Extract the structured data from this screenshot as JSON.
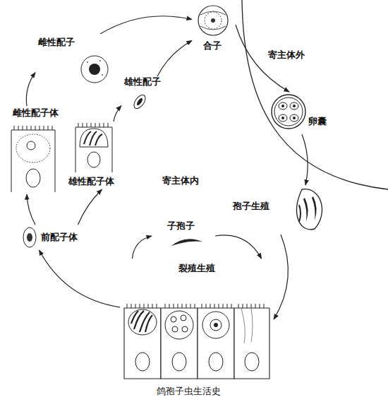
{
  "diagram": {
    "caption": "鸽孢子虫生活史",
    "nodes": [
      {
        "text": [
          "合子"
        ]
      },
      {
        "text": [
          "卵囊"
        ]
      },
      {
        "text": [
          "孢子生殖"
        ]
      },
      {
        "text": [
          "裂殖生殖"
        ]
      },
      {
        "text": [
          "子孢子"
        ]
      },
      {
        "text": [
          "前配子体"
        ]
      },
      {
        "text": [
          "雌性配子体"
        ]
      },
      {
        "text": [
          "雄性配子体"
        ]
      },
      {
        "text": [
          "雌性配子"
        ]
      },
      {
        "text": [
          "雄性配子"
        ]
      }
    ],
    "edges": [
      {
        "from": 8,
        "to": 0,
        "arrow": "to"
      },
      {
        "from": 9,
        "to": 0,
        "arrow": "to"
      },
      {
        "from": 0,
        "to": 1,
        "arrow": "to"
      },
      {
        "from": 1,
        "to": 2,
        "arrow": "to"
      },
      {
        "from": 2,
        "to": 3,
        "arrow": "to"
      },
      {
        "from": 3,
        "to": 4,
        "arrow": "to"
      },
      {
        "from": 4,
        "to": 3,
        "arrow": "to"
      },
      {
        "from": 3,
        "to": 5,
        "arrow": "to"
      },
      {
        "from": 5,
        "to": 6,
        "arrow": "to"
      },
      {
        "from": 5,
        "to": 7,
        "arrow": "to"
      },
      {
        "from": 6,
        "to": 8,
        "arrow": "to"
      },
      {
        "from": 7,
        "to": 9,
        "arrow": "to"
      }
    ],
    "labels": [
      "寄主体外",
      "寄主体内"
    ]
  }
}
